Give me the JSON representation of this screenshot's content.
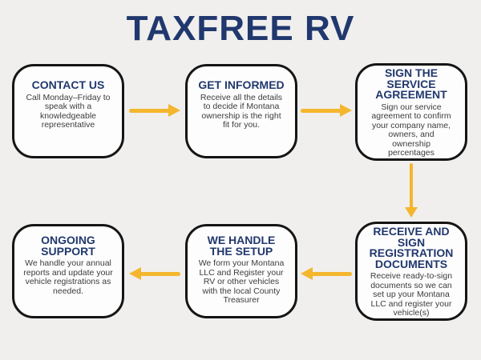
{
  "title": "TAXFREE RV",
  "colors": {
    "bg": "#f0efed",
    "boxbg": "#fdfdfd",
    "border": "#151515",
    "navy": "#21386e",
    "bodytext": "#3c3c3c",
    "gold": "#f4b62e"
  },
  "steps": [
    {
      "heading": "CONTACT US",
      "body": "Call Monday–Friday to\nspeak with a\nknowledgeable\nrepresentative"
    },
    {
      "heading": "GET INFORMED",
      "body": "Receive all the details\nto decide if Montana\nownership is the right\nfit for you."
    },
    {
      "heading": "SIGN THE\nSERVICE\nAGREEMENT",
      "body": "Sign our service\nagreement to confirm\nyour company name,\nowners, and\nownership\npercentages"
    },
    {
      "heading": "RECEIVE AND\nSIGN\nREGISTRATION\nDOCUMENTS",
      "body": "Receive ready-to-sign\ndocuments so we can\nset up your Montana\nLLC and register your\nvehicle(s)"
    },
    {
      "heading": "WE HANDLE\nTHE SETUP",
      "body": "We form your Montana\nLLC and Register your\nRV or other vehicles\nwith the local County\nTreasurer"
    },
    {
      "heading": "ONGOING\nSUPPORT",
      "body": "We handle your annual\nreports and update your\nvehicle registrations as\nneeded."
    }
  ]
}
